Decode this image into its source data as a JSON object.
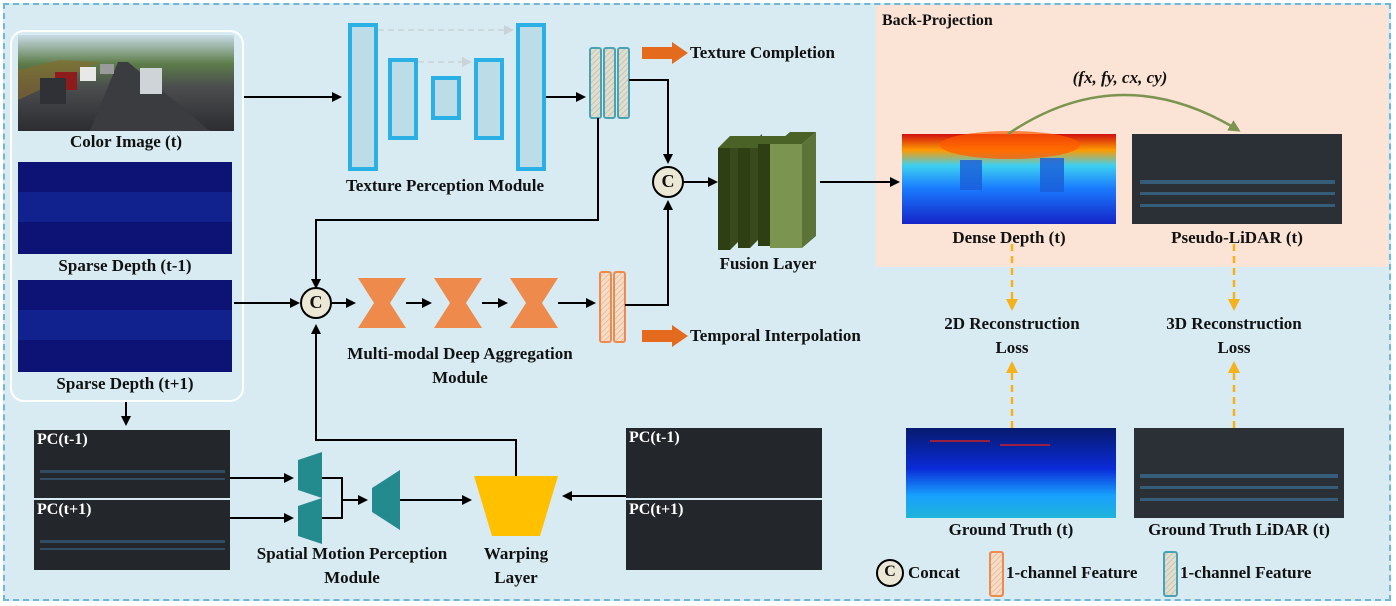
{
  "inputs": {
    "color_image": "Color Image (t)",
    "sparse_depth_prev": "Sparse Depth (t-1)",
    "sparse_depth_next": "Sparse Depth (t+1)"
  },
  "modules": {
    "texture_perception": "Texture Perception Module",
    "texture_completion": "Texture Completion",
    "mdam_line1": "Multi-modal Deep Aggregation",
    "mdam_line2": "Module",
    "temporal_interpolation": "Temporal Interpolation",
    "fusion_layer": "Fusion Layer",
    "smpm_line1": "Spatial Motion Perception",
    "smpm_line2": "Module",
    "warping_line1": "Warping",
    "warping_line2": "Layer",
    "concat_symbol": "C"
  },
  "point_clouds": {
    "left_prev": "PC(t-1)",
    "left_next": "PC(t+1)",
    "right_prev": "PC(t-1)",
    "right_next": "PC(t+1)"
  },
  "back_projection": {
    "title": "Back-Projection",
    "intrinsics": "(fx, fy, cx, cy)",
    "dense_depth": "Dense Depth (t)",
    "pseudo_lidar": "Pseudo-LiDAR (t)"
  },
  "losses": {
    "loss2d_line1": "2D Reconstruction",
    "loss2d_line2": "Loss",
    "loss3d_line1": "3D Reconstruction",
    "loss3d_line2": "Loss"
  },
  "ground_truth": {
    "gt_depth": "Ground Truth (t)",
    "gt_lidar": "Ground Truth LiDAR (t)"
  },
  "legend": {
    "concat": "Concat",
    "feature_orange": "1-channel Feature",
    "feature_blue": "1-channel Feature"
  },
  "colors": {
    "background": "#d8ebf3",
    "back_projection_bg": "#fbe3d6",
    "encoder_blue": "#2ab0e4",
    "aggregation_orange": "#ee8a4c",
    "arrow_orange": "#e46b1e",
    "motion_teal": "#238b8e",
    "warping_yellow": "#ffc000",
    "fusion_green": "#7b9551",
    "loss_arrow": "#f5b21c"
  }
}
